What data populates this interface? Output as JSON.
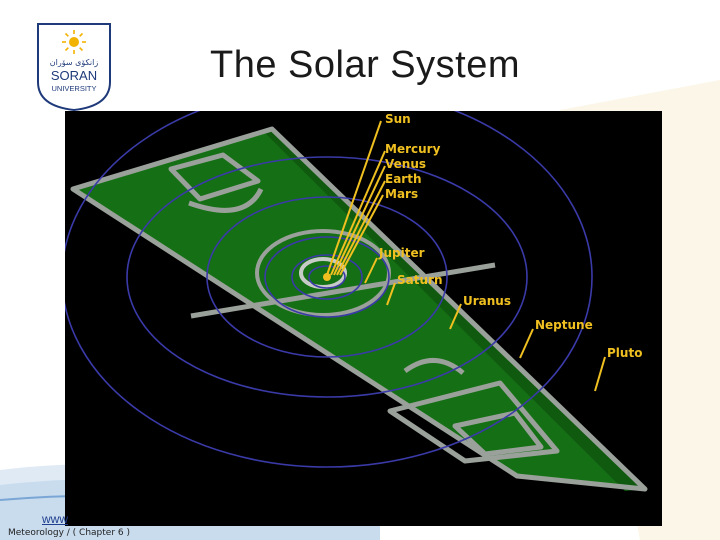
{
  "slide": {
    "title": "The Solar System",
    "footer_link": "www",
    "footer_text": "Meteorology  / ( Chapter 6 )"
  },
  "logo": {
    "arabic_text": "زانكۆی سۆران",
    "name_top": "SORAN",
    "name_bottom": "UNIVERSITY",
    "colors": {
      "navy": "#1f3a7a",
      "gold": "#f2b300"
    }
  },
  "figure": {
    "labels": [
      "Sun",
      "Mercury",
      "Venus",
      "Earth",
      "Mars",
      "Jupiter",
      "Saturn",
      "Uranus",
      "Neptune",
      "Pluto"
    ],
    "colors": {
      "field": "#1d7a1d",
      "field_dark": "#0b4a0b",
      "background": "#000000",
      "orbit": "#3a3aa8",
      "label": "#f0c020"
    }
  }
}
